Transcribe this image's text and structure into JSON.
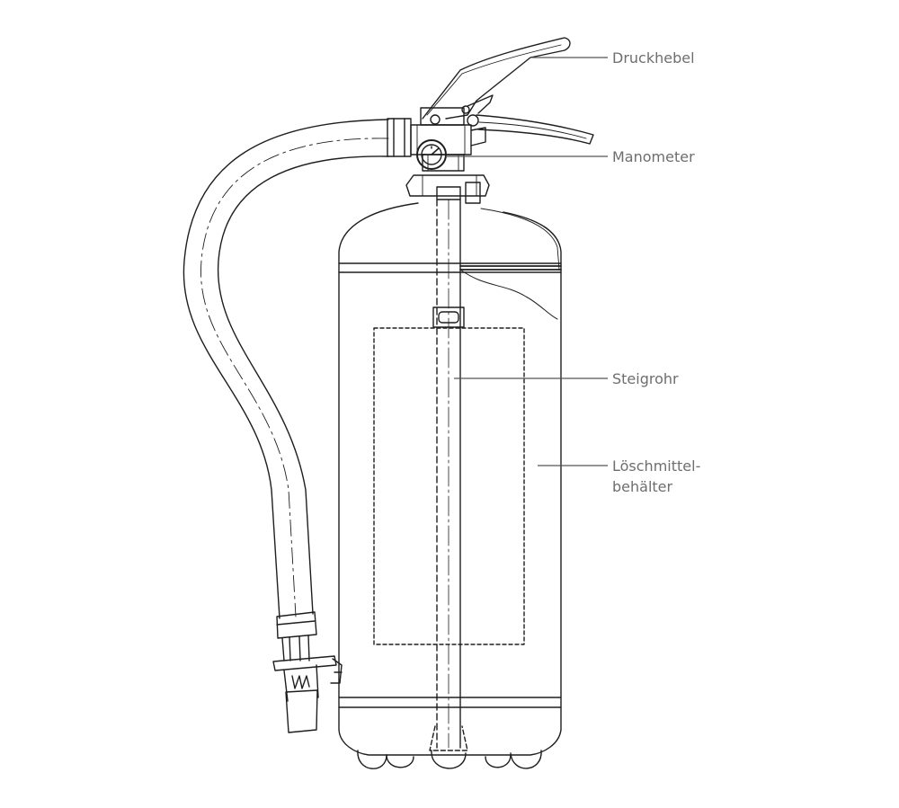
{
  "labels": {
    "druckhebel": "Druckhebel",
    "manometer": "Manometer",
    "steigrohr": "Steigrohr",
    "behaelter_line1": "Löschmittel-",
    "behaelter_line2": "behälter"
  },
  "colors": {
    "stroke": "#1e1e1e",
    "leader": "#555555",
    "label": "#6e6e6e",
    "background": "#ffffff"
  }
}
